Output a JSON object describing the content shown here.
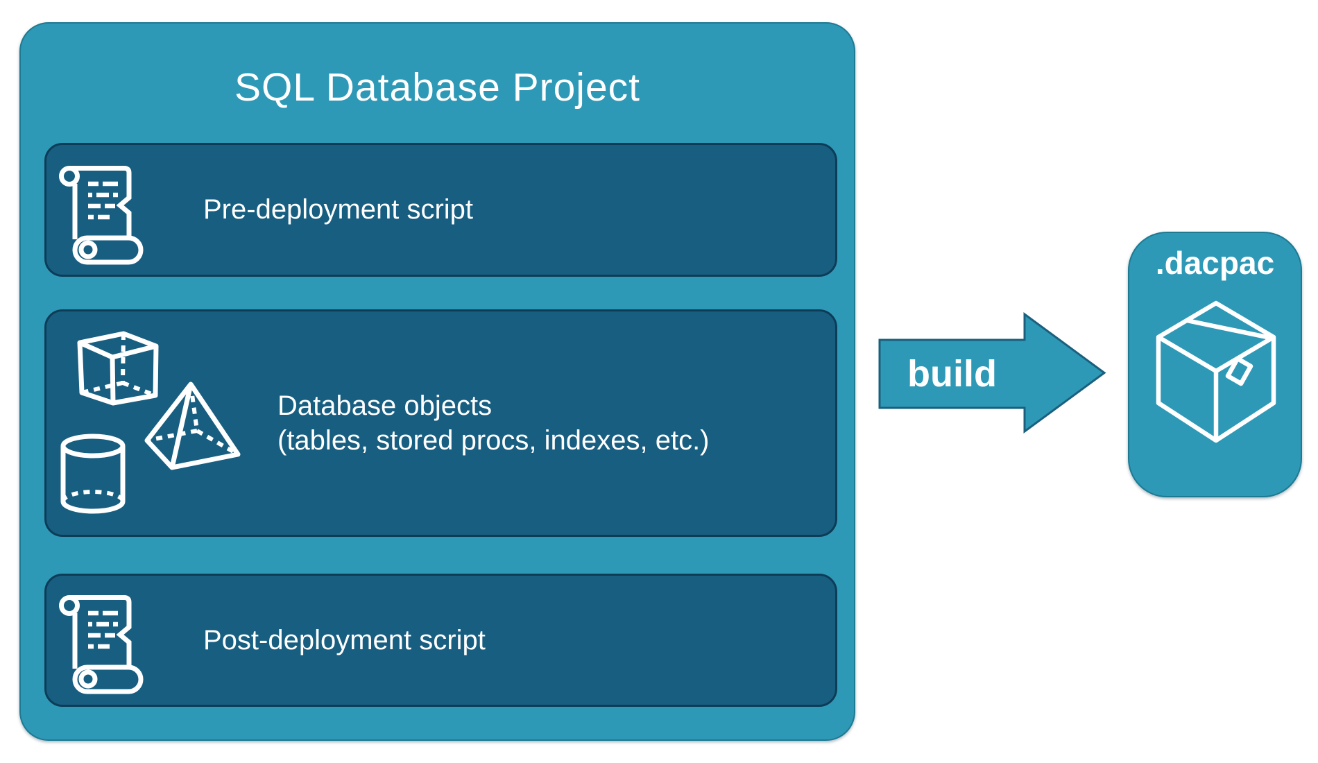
{
  "title": "SQL Database Project",
  "rows": [
    {
      "label": "Pre-deployment script",
      "icon": "scroll-icon"
    },
    {
      "line1": "Database objects",
      "line2": "(tables, stored procs, indexes, etc.)",
      "icons": [
        "cube-icon",
        "pyramid-icon",
        "cylinder-icon"
      ]
    },
    {
      "label": "Post-deployment script",
      "icon": "scroll-icon"
    }
  ],
  "arrow": {
    "label": "build"
  },
  "output": {
    "label": ".dacpac",
    "icon": "package-icon"
  },
  "colors": {
    "outer_teal": "#2E99B6",
    "panel_dark": "#175E80",
    "panel_border": "#0D3C57",
    "outline_teal": "#1C7A93",
    "arrow_border": "#1A607E",
    "text_white": "#FFFFFF",
    "page_bg": "#FFFFFF"
  }
}
